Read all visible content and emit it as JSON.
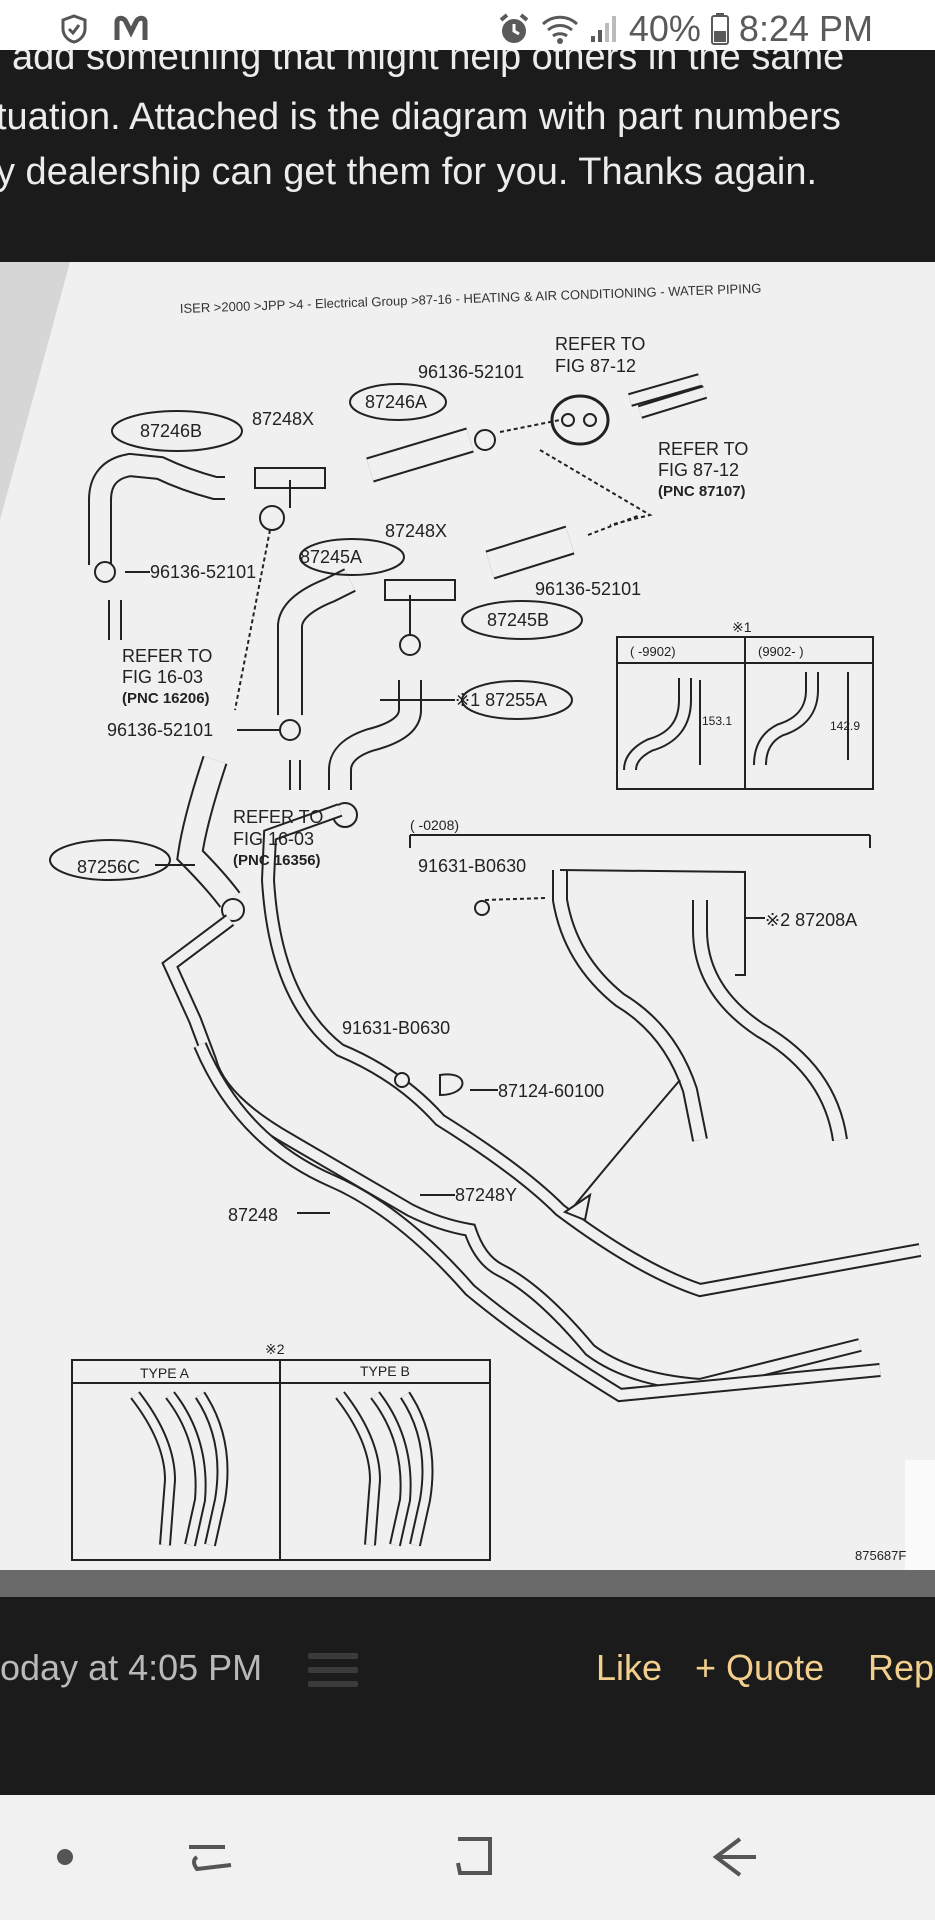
{
  "status_bar": {
    "left_icons": [
      "shield-icon",
      "m-logo-icon"
    ],
    "right_icons": [
      "alarm-icon",
      "wifi-icon",
      "signal-icon",
      "battery-icon"
    ],
    "battery": "40%",
    "time": "8:24 PM"
  },
  "post": {
    "text_lines": [
      "add something that might help others in the same",
      "tuation. Attached is the diagram with part numbers",
      "y dealership can get them for you. Thanks again."
    ]
  },
  "diagram": {
    "breadcrumb": "ISER >2000 >JPP >4 - Electrical Group >87-16 - HEATING & AIR CONDITIONING - WATER PIPING",
    "labels": {
      "refer_1a": "REFER TO",
      "refer_1b": "FIG 87-12",
      "p96136_top": "96136-52101",
      "p87246B": "87246B",
      "p87248X_top": "87248X",
      "p87246A": "87246A",
      "refer_2a": "REFER TO",
      "refer_2b": "FIG 87-12",
      "refer_2c": "(PNC 87107)",
      "p87248X_mid": "87248X",
      "p96136_left": "96136-52101",
      "p87245A": "87245A",
      "p96136_mid": "96136-52101",
      "p87245B": "87245B",
      "refer_3a": "REFER TO",
      "refer_3b": "FIG 16-03",
      "refer_3c": "(PNC 16206)",
      "p87255A": "※1 87255A",
      "p96136_low": "96136-52101",
      "refer_4a": "REFER TO",
      "refer_4b": "FIG 16-03",
      "refer_4c": "(PNC 16356)",
      "p87256C": "87256C",
      "range_0208": "(      -0208)",
      "p91631_a": "91631-B0630",
      "p87208A": "※2 87208A",
      "p91631_b": "91631-B0630",
      "p87124": "87124-60100",
      "p87248Y": "87248Y",
      "p87248": "87248",
      "note2": "※2",
      "note1": "※1",
      "range_9902a": "(        -9902)",
      "range_9902b": "(9902-        )",
      "dim_a": "153.1",
      "dim_b": "142.9",
      "type_a": "TYPE A",
      "type_b": "TYPE B",
      "fig_id": "875687F"
    }
  },
  "footer": {
    "date": "oday at 4:05 PM",
    "menu_icon": "hamburger-icon",
    "like": "Like",
    "quote": "+ Quote",
    "reply": "Rep"
  },
  "nav": {
    "icons": [
      "dot-icon",
      "recents-icon",
      "home-icon",
      "back-icon"
    ]
  }
}
